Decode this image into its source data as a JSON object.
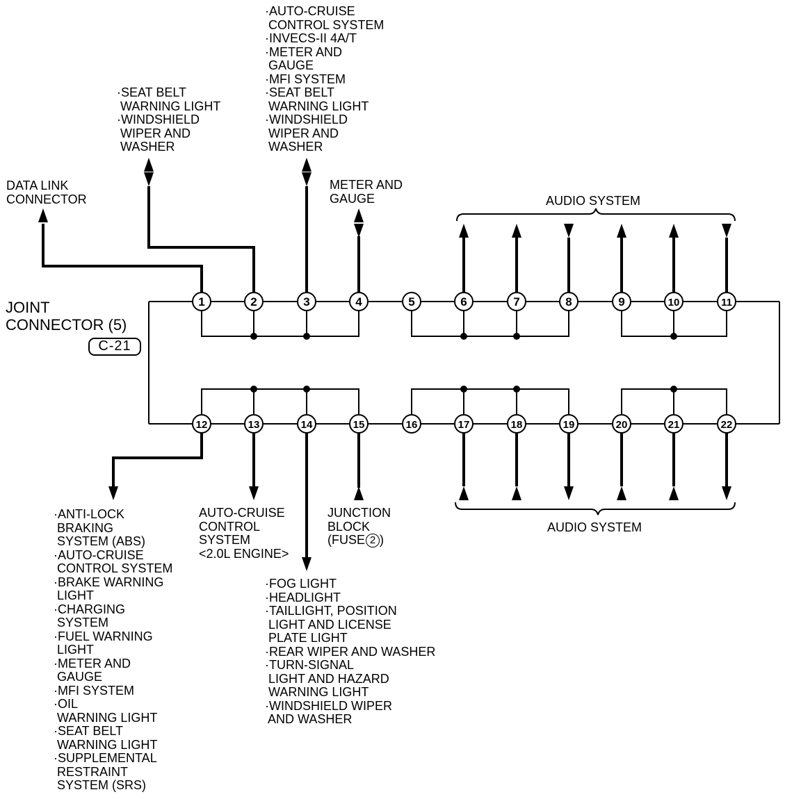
{
  "connector": {
    "title": "JOINT\nCONNECTOR (5)",
    "code": "C-21"
  },
  "pins_top": [
    "1",
    "2",
    "3",
    "4",
    "5",
    "6",
    "7",
    "8",
    "9",
    "10",
    "11"
  ],
  "pins_bottom": [
    "12",
    "13",
    "14",
    "15",
    "16",
    "17",
    "18",
    "19",
    "20",
    "21",
    "22"
  ],
  "labels": {
    "data_link": "DATA LINK\nCONNECTOR",
    "pin2": "·SEAT BELT\n WARNING LIGHT\n·WINDSHIELD\n WIPER AND\n WASHER",
    "pin3": "·AUTO-CRUISE\n CONTROL SYSTEM\n·INVECS-II 4A/T\n·METER AND\n GAUGE\n·MFI SYSTEM\n·SEAT BELT\n WARNING LIGHT\n·WINDSHIELD\n WIPER AND\n WASHER",
    "pin4": "METER AND\nGAUGE",
    "audio_top": "AUDIO SYSTEM",
    "audio_bottom": "AUDIO SYSTEM",
    "pin12": "·ANTI-LOCK\n BRAKING\n SYSTEM (ABS)\n·AUTO-CRUISE\n CONTROL SYSTEM\n·BRAKE WARNING\n LIGHT\n·CHARGING\n SYSTEM\n·FUEL WARNING\n LIGHT\n·METER AND\n GAUGE\n·MFI SYSTEM\n·OIL\n WARNING LIGHT\n·SEAT BELT\n WARNING LIGHT\n·SUPPLEMENTAL\n RESTRAINT\n SYSTEM (SRS)",
    "pin13": "AUTO-CRUISE\nCONTROL\nSYSTEM\n<2.0L ENGINE>",
    "pin14": "·FOG LIGHT\n·HEADLIGHT\n·TAILLIGHT, POSITION\n LIGHT AND LICENSE\n PLATE LIGHT\n·REAR WIPER AND WASHER\n·TURN-SIGNAL\n LIGHT AND HAZARD\n WARNING LIGHT\n·WINDSHIELD WIPER\n AND WASHER",
    "pin15_line1": "JUNCTION",
    "pin15_line2": "BLOCK",
    "pin15_prefix": "(FUSE",
    "pin15_fuse": "2",
    "pin15_suffix": ")"
  }
}
